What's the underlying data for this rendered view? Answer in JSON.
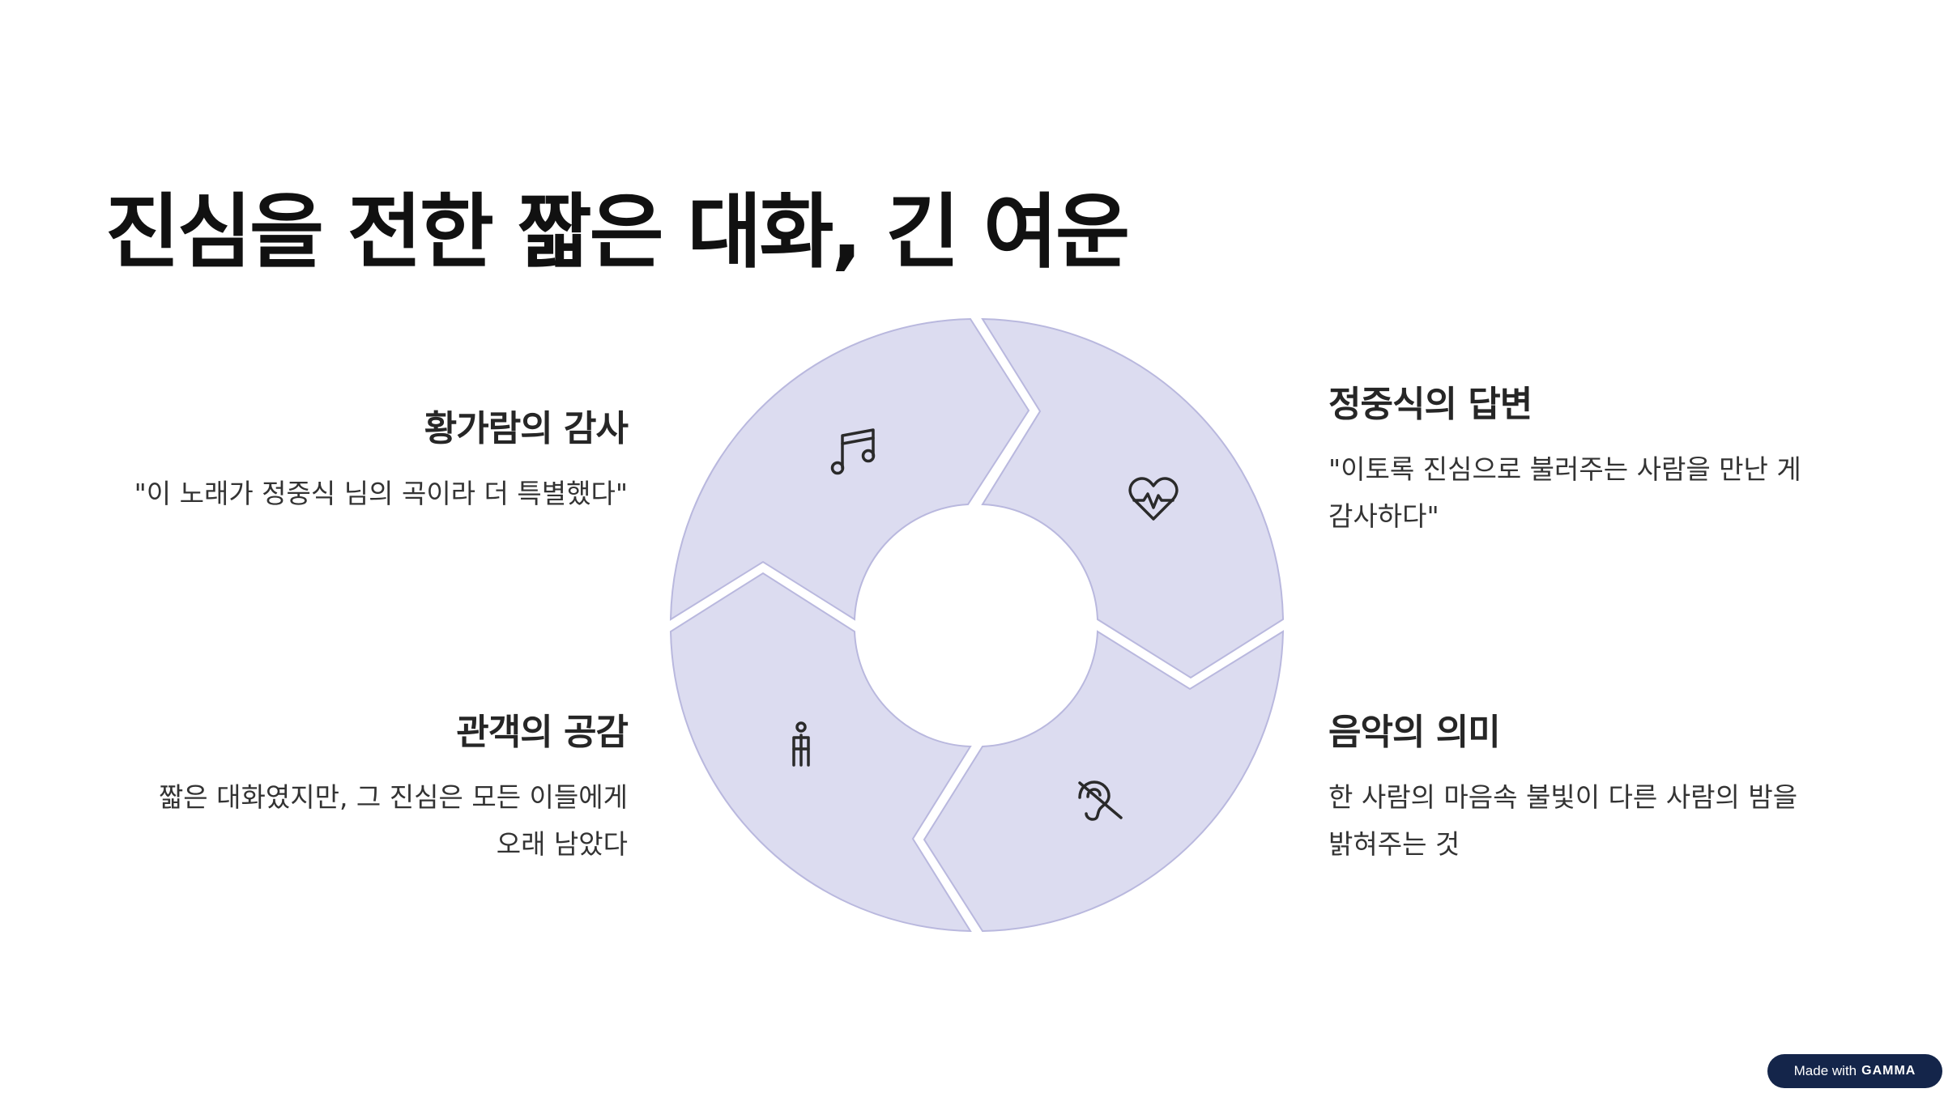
{
  "title": "진심을 전한 짧은 대화, 긴 여운",
  "colors": {
    "segment_fill": "#dcdcf0",
    "segment_stroke": "#b9b8de",
    "badge_bg": "#14254a"
  },
  "cycle": {
    "segments": [
      {
        "id": "top-left",
        "icon": "music-note-icon",
        "heading": "황가람의 감사",
        "body": "\"이 노래가 정중식 님의 곡이라 더 특별했다\""
      },
      {
        "id": "top-right",
        "icon": "heart-pulse-icon",
        "heading": "정중식의 답변",
        "body_line1": "\"이토록 진심으로 불러주는 사람을 만난 게",
        "body_line2": "감사하다\""
      },
      {
        "id": "bottom-right",
        "icon": "ear-off-icon",
        "heading": "음악의 의미",
        "body_line1": "한 사람의 마음속 불빛이 다른 사람의 밤을",
        "body_line2": "밝혀주는 것"
      },
      {
        "id": "bottom-left",
        "icon": "person-icon",
        "heading": "관객의 공감",
        "body_line1": "짧은 대화였지만, 그 진심은 모든 이들에게",
        "body_line2": "오래 남았다"
      }
    ]
  },
  "badge": {
    "prefix": "Made with",
    "brand": "GAMMA"
  }
}
